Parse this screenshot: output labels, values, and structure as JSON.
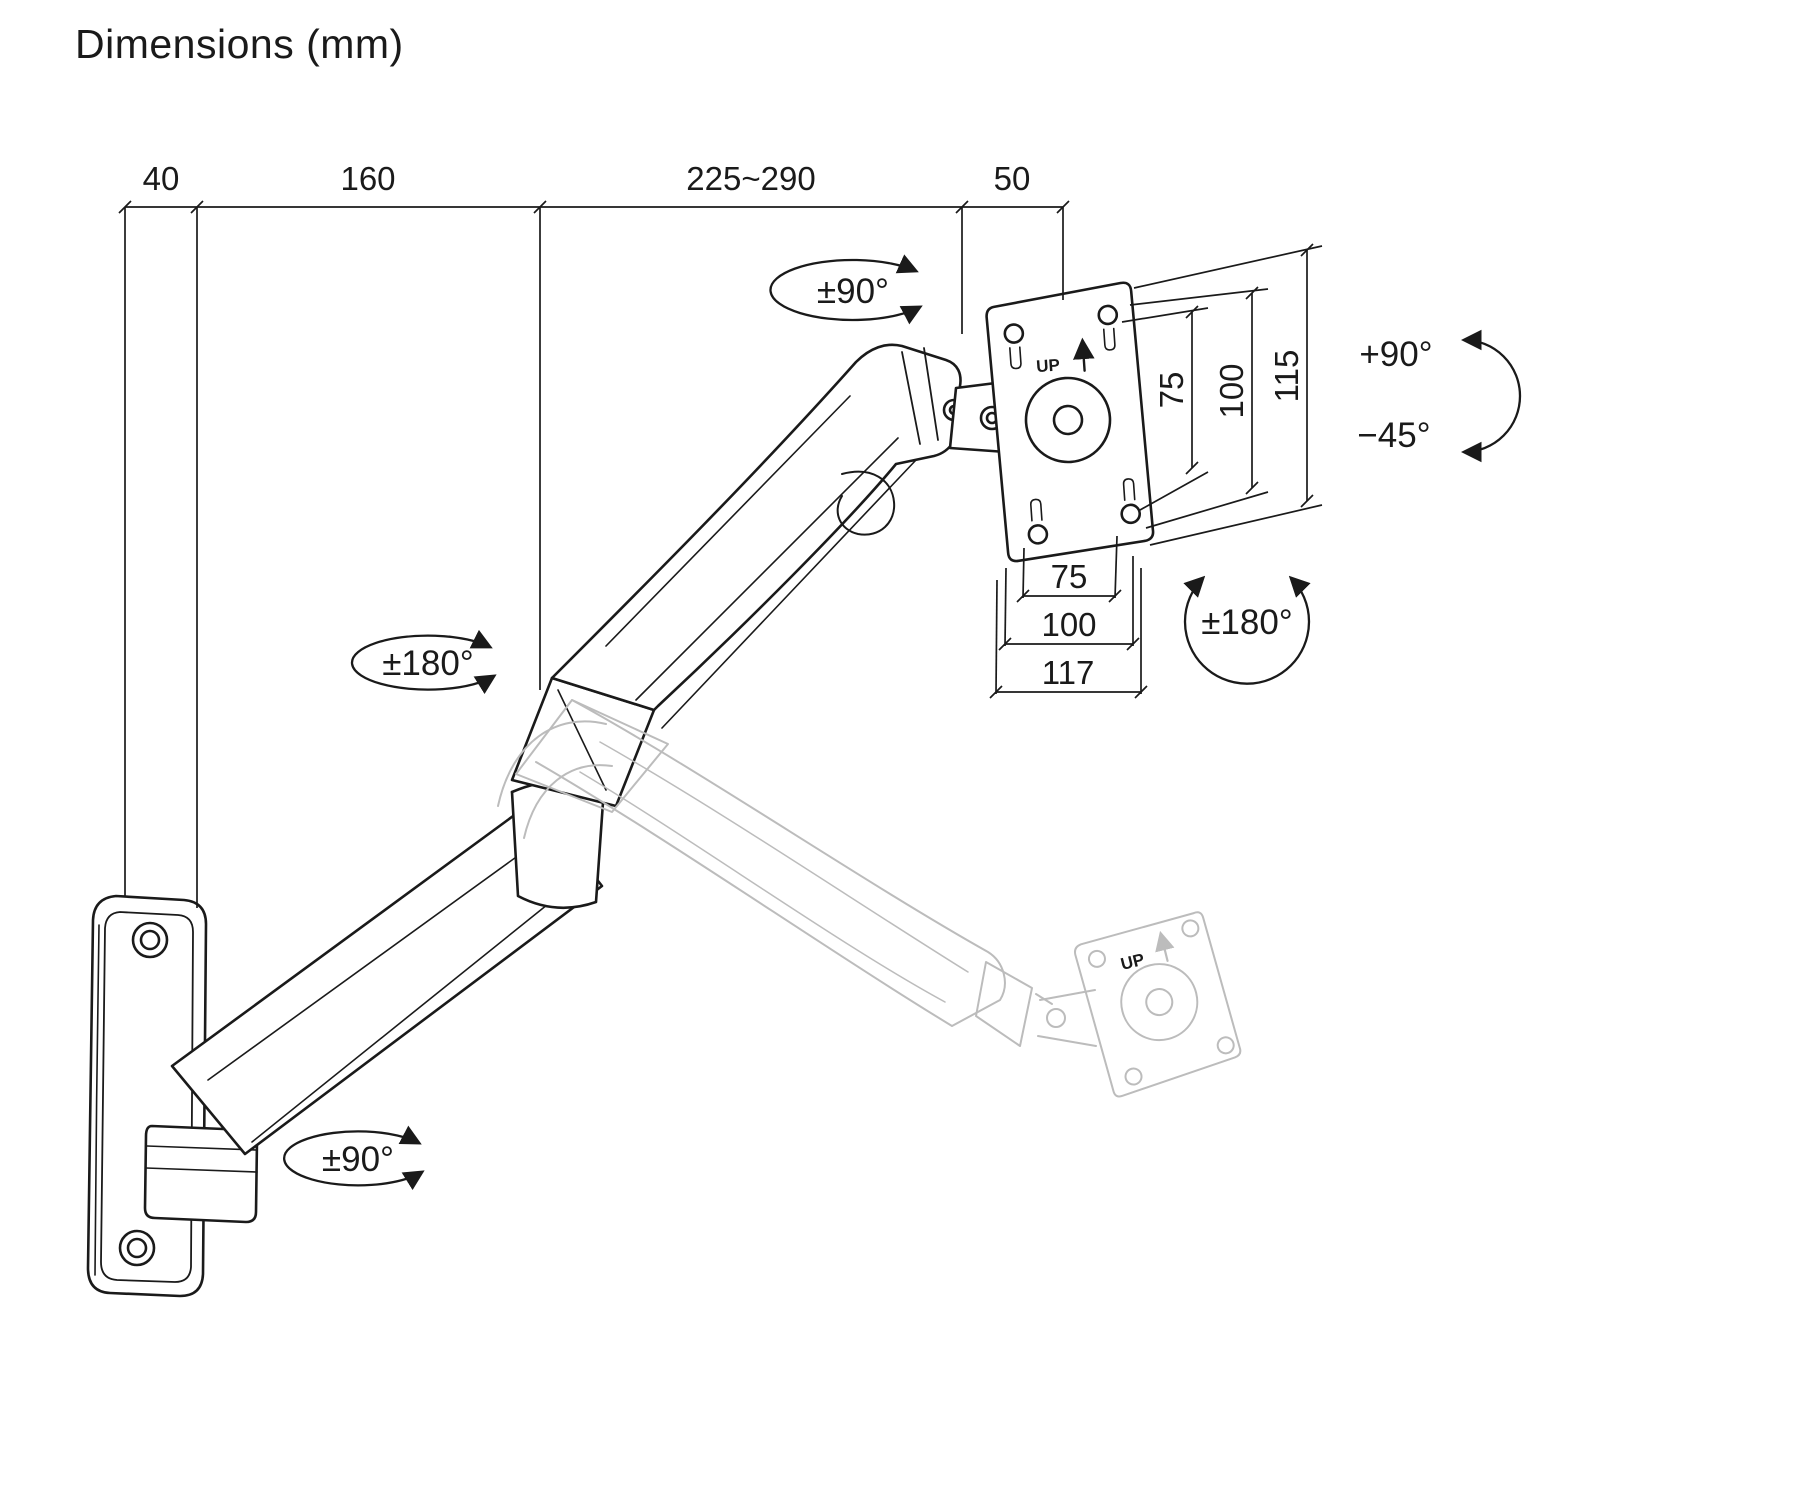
{
  "title": "Dimensions (mm)",
  "dimensions": {
    "top": [
      "40",
      "160",
      "225~290",
      "50"
    ],
    "vesa_vertical": [
      "75",
      "100",
      "115"
    ],
    "vesa_horizontal": [
      "75",
      "100",
      "117"
    ]
  },
  "rotations": {
    "head_swivel": "±90°",
    "elbow_rotation": "±180°",
    "tilt_up": "+90°",
    "tilt_down": "−45°",
    "plate_rotation": "±180°",
    "base_swivel": "±90°"
  },
  "vesa_plate": {
    "up_label": "UP"
  },
  "colors": {
    "line": "#1a1a1a",
    "ghost": "#bcbcbc",
    "background": "#ffffff"
  }
}
